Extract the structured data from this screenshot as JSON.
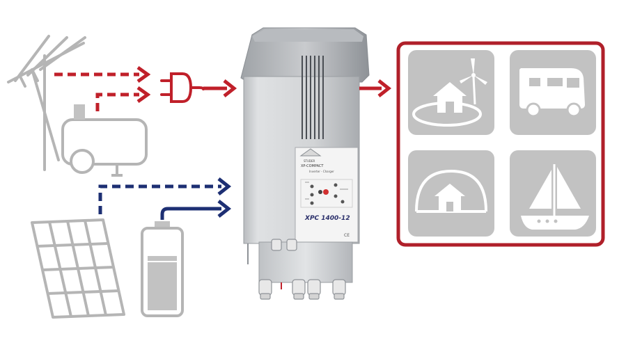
{
  "colors": {
    "ac_arrow": "#c0202a",
    "dc_arrow": "#1d2f73",
    "icon_gray": "#c2c2c2",
    "icon_stroke": "#b5b5b5",
    "panel_border": "#b0202a",
    "device_body": "#d4d6d8"
  },
  "device": {
    "brand": "STUDER",
    "series": "XP-COMPACT",
    "subtitle": "Inverter - Charger",
    "model": "XPC 1400-12",
    "mark": "CE"
  },
  "inputs": {
    "ac_sources": [
      "antenna-icon",
      "generator-icon"
    ],
    "ac_connector": "plug-icon",
    "dc_sources": [
      "solar-panel-icon",
      "battery-icon"
    ]
  },
  "applications": [
    "home-wind-icon",
    "camper-icon",
    "shelter-icon",
    "sailboat-icon"
  ]
}
